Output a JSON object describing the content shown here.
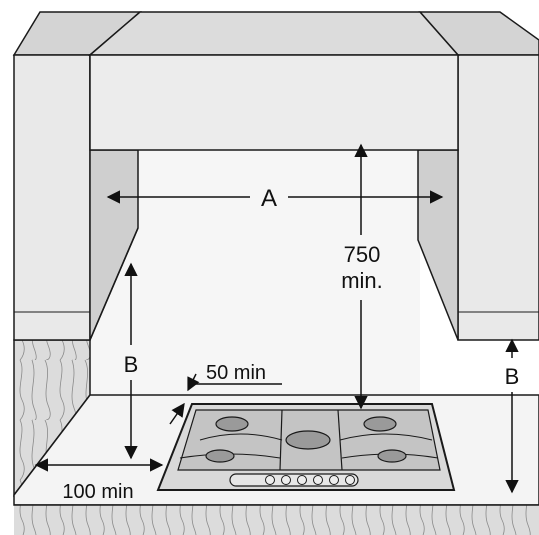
{
  "labels": {
    "a": "A",
    "height": "750",
    "height_unit": "min.",
    "b_left": "B",
    "b_right": "B",
    "side_gap": "50 min",
    "back_gap": "100 min"
  },
  "colors": {
    "cabinet_front": "#e9e9e9",
    "cabinet_top": "#d4d4d4",
    "cabinet_side": "#c9c9c9",
    "wall": "#f2f2f2",
    "wood": "#dcdcdc",
    "hob": "#cfcfcf",
    "line": "#1a1a1a"
  },
  "icons": {
    "arrows": "dimension-arrow-icon",
    "burners": "gas-burner-icon",
    "knobs": "control-knob-icon"
  }
}
